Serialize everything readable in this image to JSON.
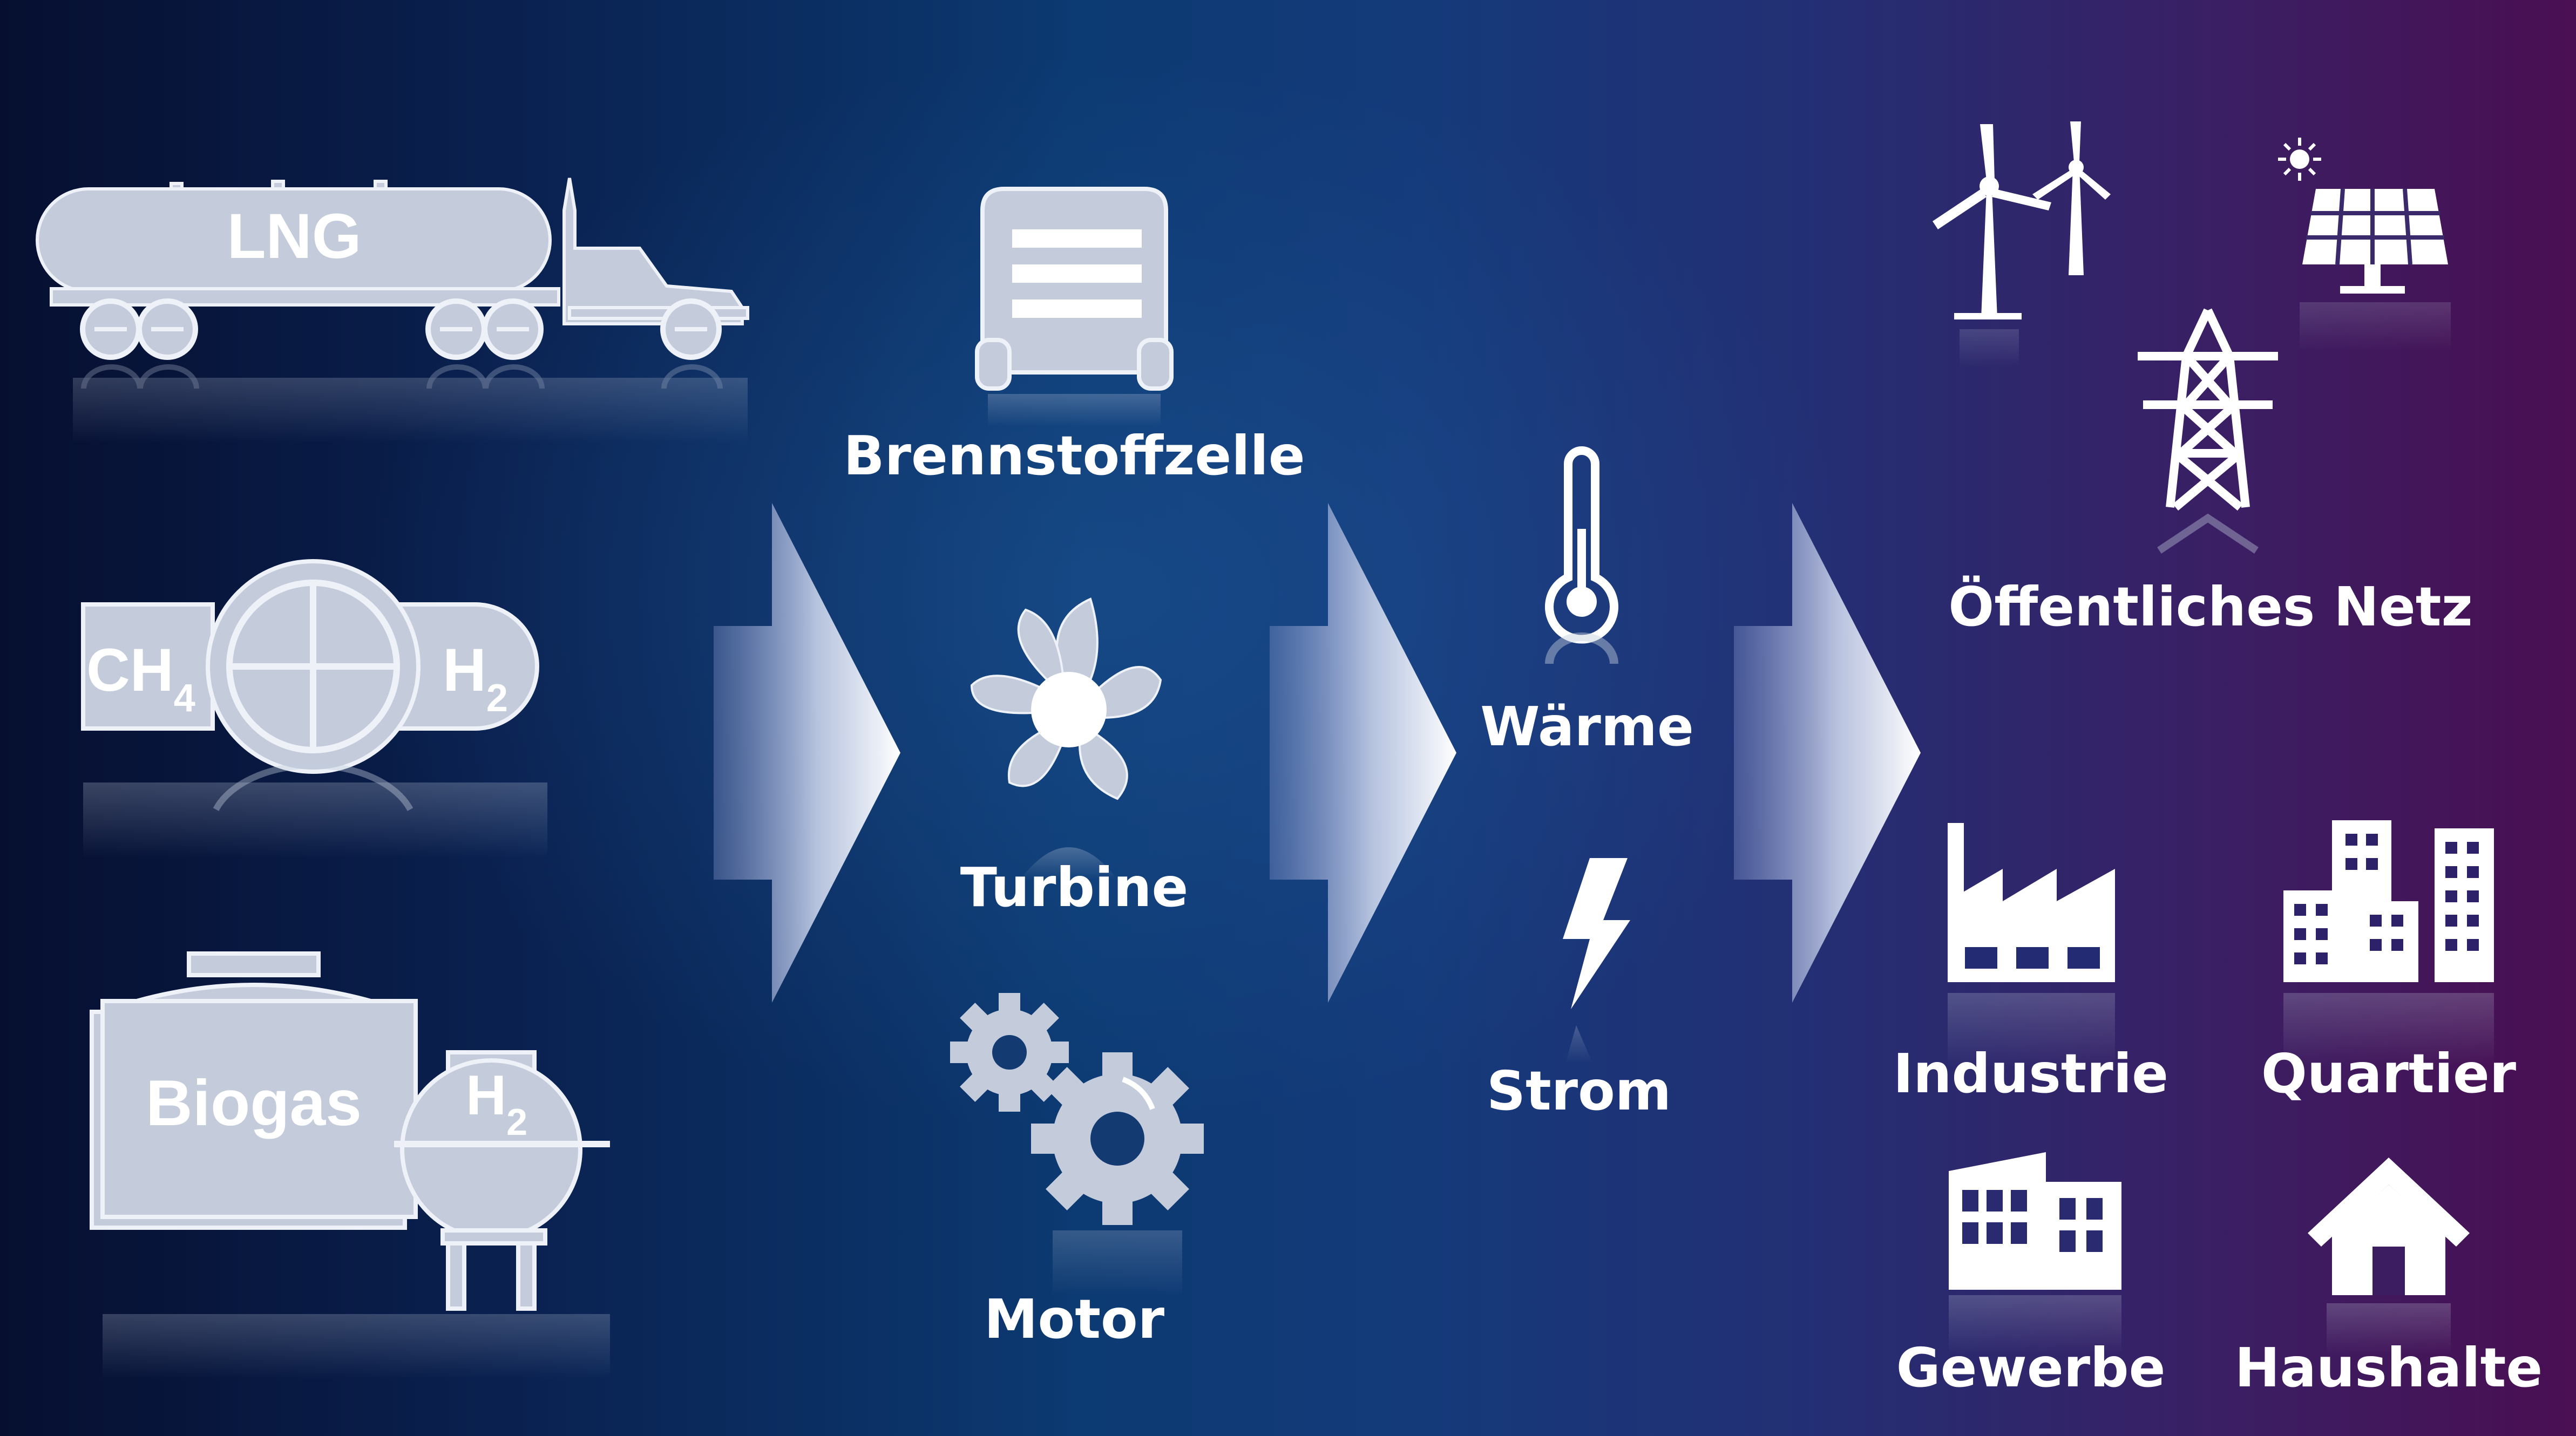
{
  "sources": {
    "lng": {
      "label": "LNG"
    },
    "pipeline": {
      "left": "CH",
      "left_sub": "4",
      "right": "H",
      "right_sub": "2"
    },
    "biogas": {
      "label": "Biogas",
      "tank": "H",
      "tank_sub": "2"
    }
  },
  "converters": {
    "fuel_cell": {
      "label": "Brennstoffzelle"
    },
    "turbine": {
      "label": "Turbine"
    },
    "motor": {
      "label": "Motor"
    }
  },
  "outputs": {
    "heat": {
      "label": "Wärme"
    },
    "power": {
      "label": "Strom"
    }
  },
  "consumers": {
    "grid": {
      "label": "Öffentliches Netz"
    },
    "industry": {
      "label": "Industrie"
    },
    "district": {
      "label": "Quartier"
    },
    "commerce": {
      "label": "Gewerbe"
    },
    "households": {
      "label": "Haushalte"
    }
  },
  "colors": {
    "icon_fill": "#c4ccdc",
    "icon_stroke": "#eef2f8",
    "label": "#ffffff"
  }
}
